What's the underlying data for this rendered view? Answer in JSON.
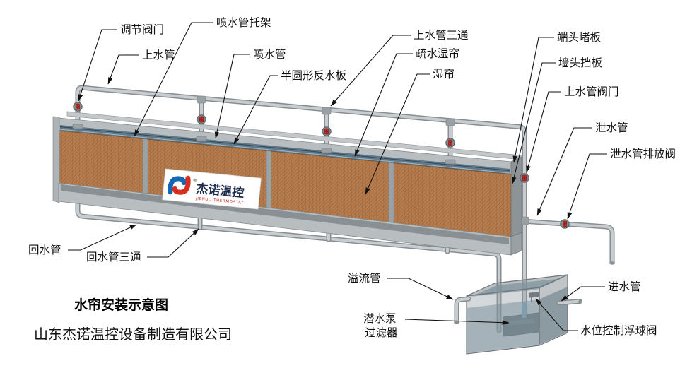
{
  "title": "水帘安装示意图",
  "company": "山东杰诺温控设备制造有限公司",
  "logo": {
    "cn": "杰诺温控",
    "en": "JIENUO THERMOSTAT",
    "reg": "®"
  },
  "labels": {
    "tiaojie_famen": "调节阀门",
    "shang_shui_guan": "上水管",
    "pen_shui_guan_tuo_jia": "喷水管托架",
    "pen_shui_guan": "喷水管",
    "ban_yuan_xing_fan_shui_ban": "半圆形反水板",
    "shang_shui_guan_san_tong": "上水管三通",
    "shu_shui_shi_lian": "疏水湿帘",
    "shi_lian": "湿帘",
    "duan_tou_du_ban": "端头堵板",
    "qiang_tou_dang_ban": "墙头挡板",
    "shang_shui_guan_fa_men": "上水管阀门",
    "xie_shui_guan": "泄水管",
    "xie_shui_guan_pai_fang_fa": "泄水管排放阀",
    "hui_shui_guan": "回水管",
    "hui_shui_guan_san_tong": "回水管三通",
    "yi_liu_guan": "溢流管",
    "qian_shui_beng": "潜水泵",
    "guo_lv_qi": "过滤器",
    "jin_shui_guan": "进水管",
    "shui_wei_kong_zhi_fu_qiu_fa": "水位控制浮球阀"
  },
  "colors": {
    "pad": "#b67c4e",
    "frame_gray": "#b8bdbf",
    "pipe_gray": "#c8cccf",
    "valve_red": "#c03028",
    "water_blue": "#8fb0bd",
    "logo_blue": "#1467b3",
    "logo_red": "#d42e20"
  }
}
